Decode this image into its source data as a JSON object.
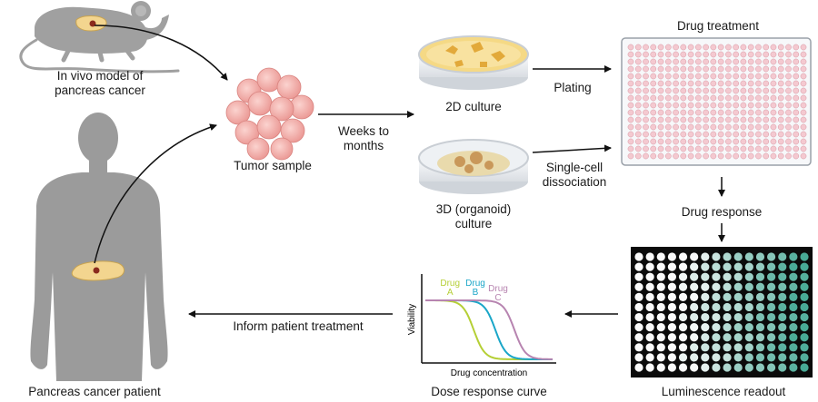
{
  "labels": {
    "in_vivo_line1": "In vivo model of",
    "in_vivo_line2": "pancreas cancer",
    "tumor_sample": "Tumor sample",
    "weeks_line1": "Weeks to",
    "weeks_line2": "months",
    "culture_2d": "2D culture",
    "culture_3d_line1": "3D (organoid)",
    "culture_3d_line2": "culture",
    "plating": "Plating",
    "single_cell_line1": "Single-cell",
    "single_cell_line2": "dissociation",
    "drug_treatment": "Drug treatment",
    "drug_response": "Drug response",
    "luminescence_readout": "Luminescence readout",
    "dose_response_curve": "Dose response curve",
    "inform_patient_treatment": "Inform patient treatment",
    "pancreas_cancer_patient": "Pancreas cancer patient"
  },
  "chart": {
    "ylabel": "Viability",
    "xlabel": "Drug concentration",
    "curves": [
      {
        "word": "Drug",
        "letter": "A",
        "color": "#b5cf35",
        "midpoint": 0.38
      },
      {
        "word": "Drug",
        "letter": "B",
        "color": "#1aa6c8",
        "midpoint": 0.55
      },
      {
        "word": "Drug",
        "letter": "C",
        "color": "#b784b0",
        "midpoint": 0.7
      }
    ]
  },
  "colors": {
    "silhouette": "#9b9b9b",
    "pancreas": "#f3d58f",
    "tumor_cells": "#f2a9a5",
    "plate_wells": "#f4c9d0",
    "culture_medium": "#f5d985",
    "arrow": "#111111"
  }
}
